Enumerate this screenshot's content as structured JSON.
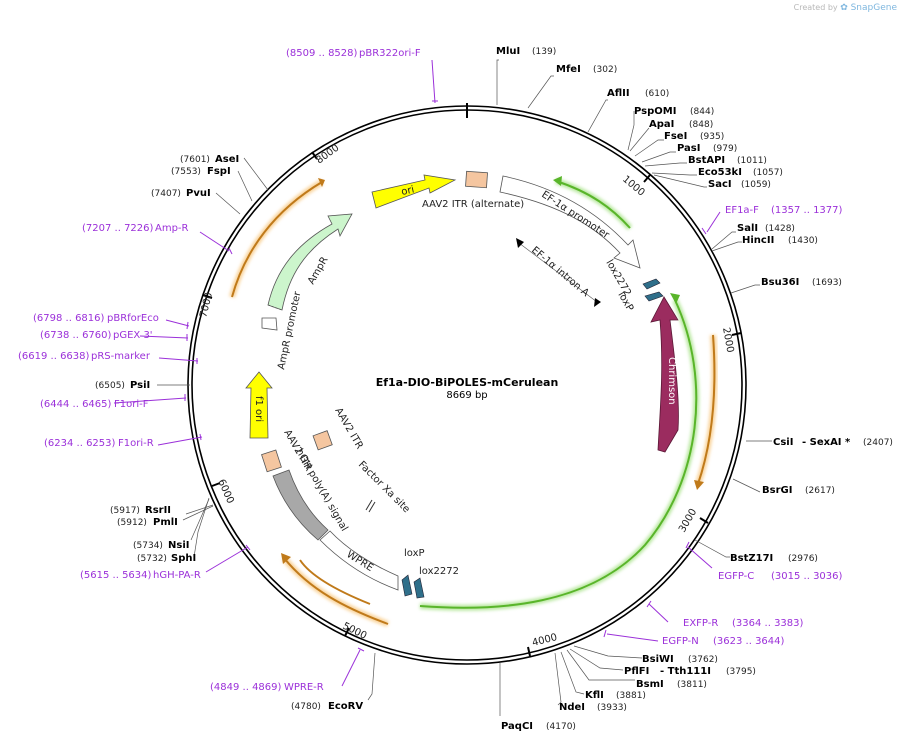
{
  "credit": {
    "prefix": "Created by",
    "brand": "SnapGene"
  },
  "plasmid": {
    "name": "Ef1a-DIO-BiPOLES-mCerulean",
    "size_label": "8669 bp",
    "length": 8669
  },
  "ticks": [
    {
      "label": "1000",
      "pos": 1000
    },
    {
      "label": "2000",
      "pos": 2000
    },
    {
      "label": "3000",
      "pos": 3000
    },
    {
      "label": "4000",
      "pos": 4000
    },
    {
      "label": "5000",
      "pos": 5000
    },
    {
      "label": "6000",
      "pos": 6000
    },
    {
      "label": "7000",
      "pos": 7000
    },
    {
      "label": "8000",
      "pos": 8000
    }
  ],
  "enzymes": [
    {
      "name": "MluI",
      "pos": "(139)"
    },
    {
      "name": "MfeI",
      "pos": "(302)"
    },
    {
      "name": "AflII",
      "pos": "(610)"
    },
    {
      "name": "PspOMI",
      "pos": "(844)"
    },
    {
      "name": "ApaI",
      "pos": "(848)"
    },
    {
      "name": "FseI",
      "pos": "(935)"
    },
    {
      "name": "PasI",
      "pos": "(979)"
    },
    {
      "name": "BstAPI",
      "pos": "(1011)"
    },
    {
      "name": "Eco53kI",
      "pos": "(1057)"
    },
    {
      "name": "SacI",
      "pos": "(1059)"
    },
    {
      "name": "SalI",
      "pos": "(1428)"
    },
    {
      "name": "HincII",
      "pos": "(1430)"
    },
    {
      "name": "Bsu36I",
      "pos": "(1693)"
    },
    {
      "name": "CsiI",
      "extra": "- SexAI *",
      "pos": "(2407)"
    },
    {
      "name": "BsrGI",
      "pos": "(2617)"
    },
    {
      "name": "BstZ17I",
      "pos": "(2976)"
    },
    {
      "name": "BsiWI",
      "pos": "(3762)"
    },
    {
      "name": "PflFI",
      "extra": "- Tth111I",
      "pos": "(3795)"
    },
    {
      "name": "BsmI",
      "pos": "(3811)"
    },
    {
      "name": "KflI",
      "pos": "(3881)"
    },
    {
      "name": "NdeI",
      "pos": "(3933)"
    },
    {
      "name": "PaqCI",
      "pos": "(4170)"
    },
    {
      "name": "EcoRV",
      "pos": "(4780)"
    },
    {
      "name": "SphI",
      "pos": "(5732)"
    },
    {
      "name": "NsiI",
      "pos": "(5734)"
    },
    {
      "name": "PmlI",
      "pos": "(5912)"
    },
    {
      "name": "RsrII",
      "pos": "(5917)"
    },
    {
      "name": "PsiI",
      "pos": "(6505)"
    },
    {
      "name": "PvuI",
      "pos": "(7407)"
    },
    {
      "name": "FspI",
      "pos": "(7553)"
    },
    {
      "name": "AseI",
      "pos": "(7601)"
    }
  ],
  "primers": [
    {
      "name": "pBR322ori-F",
      "range": "(8509 .. 8528)"
    },
    {
      "name": "EF1a-F",
      "range": "(1357 .. 1377)"
    },
    {
      "name": "EGFP-C",
      "range": "(3015 .. 3036)"
    },
    {
      "name": "EXFP-R",
      "range": "(3364 .. 3383)"
    },
    {
      "name": "EGFP-N",
      "range": "(3623 .. 3644)"
    },
    {
      "name": "WPRE-R",
      "range": "(4849 .. 4869)"
    },
    {
      "name": "hGH-PA-R",
      "range": "(5615 .. 5634)"
    },
    {
      "name": "F1ori-R",
      "range": "(6234 .. 6253)"
    },
    {
      "name": "F1ori-F",
      "range": "(6444 .. 6465)"
    },
    {
      "name": "pRS-marker",
      "range": "(6619 .. 6638)"
    },
    {
      "name": "pGEX 3'",
      "range": "(6738 .. 6760)"
    },
    {
      "name": "pBRforEco",
      "range": "(6798 .. 6816)"
    },
    {
      "name": "Amp-R",
      "range": "(7207 .. 7226)"
    }
  ],
  "features": {
    "ori": "ori",
    "aav2_itr_alt": "AAV2 ITR (alternate)",
    "ef1a_promoter": "EF-1α promoter",
    "ef1a_intron": "EF-1α intron A",
    "lox2272_top": "lox2272",
    "loxp_top": "loxP",
    "chrimson": "Chrimson",
    "loxp_bottom": "loxP",
    "lox2272_bottom": "lox2272",
    "wpre": "WPRE",
    "hgh_polya": "hGH poly(A) signal",
    "aav2_itr_left": "AAV2 ITR",
    "aav2_itr_inner": "AAV2 ITR",
    "factor_xa": "Factor Xa site",
    "f1_ori": "f1 ori",
    "ampr": "AmpR",
    "ampr_promoter": "AmpR promoter"
  },
  "colors": {
    "ori": "#ffff00",
    "ampr": "#ccf5cc",
    "aav2_itr": "#f5c6a0",
    "chrimson": "#9b2c5f",
    "lox": "#2f6f8a",
    "hgh_polya": "#a8a8a8",
    "primer": "#9b30d9",
    "orf_orange": "#c07a1a",
    "orf_green": "#59b52a"
  }
}
